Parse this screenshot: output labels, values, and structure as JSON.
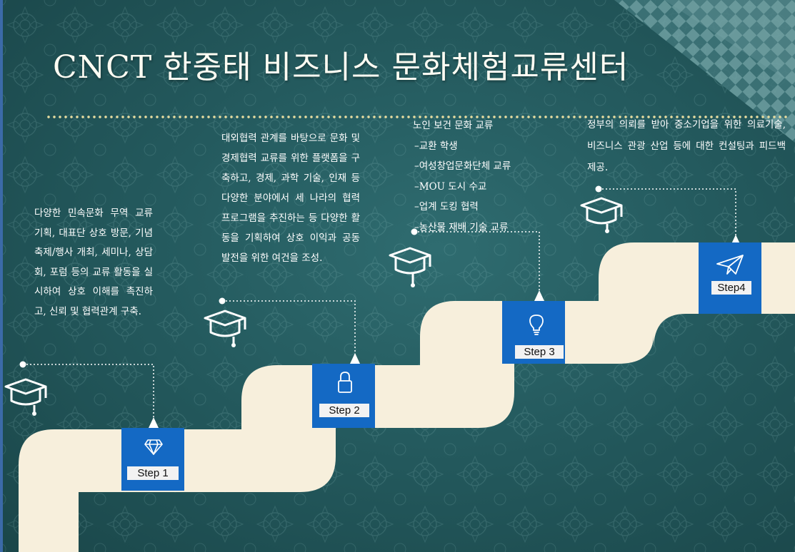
{
  "title": "CNCT 한중태 비즈니스 문화체험교류센터",
  "steps": [
    {
      "label": "Step 1",
      "icon": "diamond-icon"
    },
    {
      "label": "Step 2",
      "icon": "lock-icon"
    },
    {
      "label": "Step 3",
      "icon": "lightbulb-icon"
    },
    {
      "label": "Step4",
      "icon": "paper-plane-icon"
    }
  ],
  "step1_text": "다양한 민속문화 무역 교류 기획, 대표단 상호 방문, 기념 축제/행사 개최, 세미나, 상담회, 포럼 등의 교류 활동을 실시하여 상호 이해를 촉진하고, 신뢰 및 협력관계 구축.",
  "step2_text": "대외협력 관계를 바탕으로 문화 및 경제협력 교류를 위한 플랫폼을 구축하고, 경제, 과학 기술, 인재 등 다양한 분야에서 세 나라의 협력 프로그램을 추진하는 등 다양한 활동을 기획하여 상호 이익과 공동 발전을 위한 여건을 조성.",
  "step3": {
    "heading": "노인 보건 문화 교류",
    "items": [
      "–교환 학생",
      "–여성창업문화단체 교류",
      "–MOU 도시 수교",
      "–업계 도킹 협력",
      "–농산물 재배 기술 교류"
    ]
  },
  "step4_text": "정부의 의뢰를 받아 중소기업을 위한 의료기술, 비즈니스 관광 산업 등에 대한 컨설팅과 피드백 제공.",
  "colors": {
    "background": "#245a5e",
    "path": "#f7efdc",
    "step_box": "#1469c4",
    "title": "#fffdf3"
  }
}
